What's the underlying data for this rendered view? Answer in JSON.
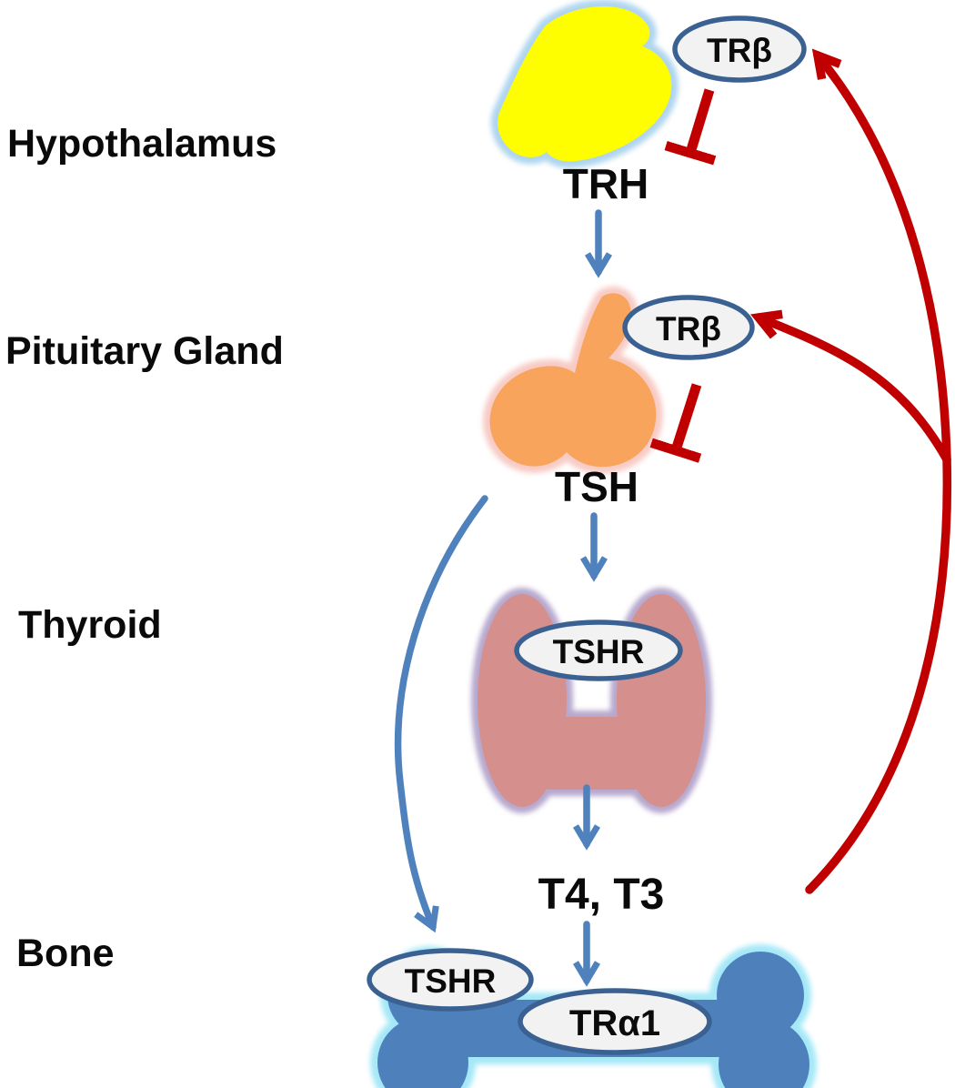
{
  "title": "Hypothalamus-Pituitary-Thyroid-Bone axis diagram",
  "labels": {
    "hypothalamus": "Hypothalamus",
    "pituitary": "Pituitary Gland",
    "thyroid": "Thyroid",
    "bone": "Bone",
    "trh": "TRH",
    "tsh": "TSH",
    "t4t3": "T4, T3"
  },
  "receptors": {
    "trb_hypothalamus": "TRβ",
    "trb_pituitary": "TRβ",
    "tshr_thyroid": "TSHR",
    "tshr_bone": "TSHR",
    "tra1_bone": "TRα1"
  },
  "edges": [
    {
      "id": "trh-to-pituitary",
      "from": "TRH",
      "to": "Pituitary Gland",
      "type": "stimulation",
      "color": "blue"
    },
    {
      "id": "tsh-to-thyroid",
      "from": "TSH",
      "to": "Thyroid",
      "type": "stimulation",
      "color": "blue"
    },
    {
      "id": "thyroid-to-t4t3",
      "from": "Thyroid",
      "to": "T4, T3",
      "type": "secretion",
      "color": "blue"
    },
    {
      "id": "t4t3-to-tra1-bone",
      "from": "T4, T3",
      "to": "TRα1 (Bone)",
      "type": "stimulation",
      "color": "blue"
    },
    {
      "id": "tsh-to-tshr-bone",
      "from": "TSH",
      "to": "TSHR (Bone)",
      "type": "stimulation-curved",
      "color": "blue"
    },
    {
      "id": "t4t3-to-trb-hypothalamus",
      "from": "T4, T3",
      "to": "TRβ (Hypothalamus)",
      "type": "feedback",
      "color": "red"
    },
    {
      "id": "t4t3-to-trb-pituitary",
      "from": "T4, T3",
      "to": "TRβ (Pituitary)",
      "type": "feedback",
      "color": "red"
    },
    {
      "id": "trb-inhibits-trh",
      "from": "TRβ (Hypothalamus)",
      "to": "TRH",
      "type": "inhibition",
      "color": "red"
    },
    {
      "id": "trb-inhibits-tsh",
      "from": "TRβ (Pituitary)",
      "to": "TSH",
      "type": "inhibition",
      "color": "red"
    }
  ],
  "colors": {
    "hypothalamus_fill": "#FEFE00",
    "hypothalamus_glow": "#AFD5EF",
    "pituitary_fill": "#F9A45D",
    "pituitary_glow": "#F8CBC5",
    "thyroid_fill": "#D5908E",
    "thyroid_glow": "#B7A8CE",
    "bone_fill": "#4E81BC",
    "bone_glow": "#A5E8F8",
    "oval_fill": "#F2F2F2",
    "oval_border": "#3A6191",
    "arrow_blue": "#4F81BD",
    "arrow_red": "#C00000",
    "label": "#0A0A0A"
  }
}
